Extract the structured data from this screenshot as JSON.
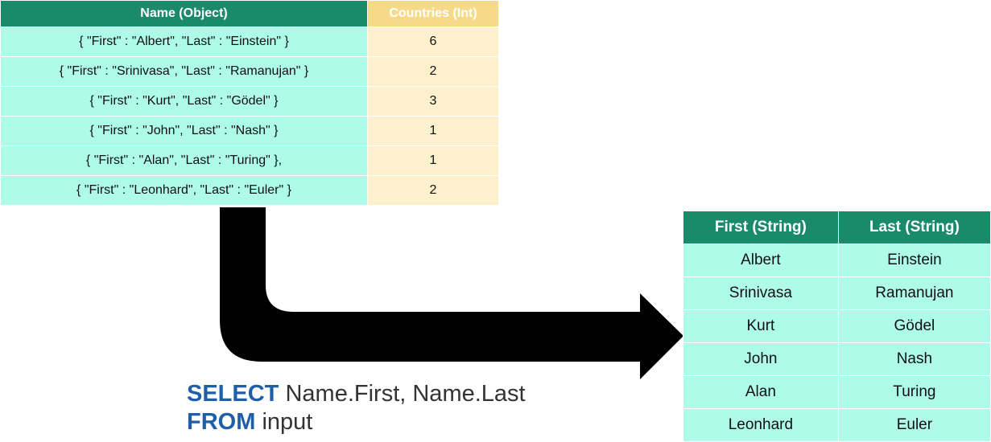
{
  "source_table": {
    "headers": [
      "Name (Object)",
      "Countries (Int)"
    ],
    "rows": [
      {
        "name": "{ \"First\" : \"Albert\", \"Last\" : \"Einstein\" }",
        "countries": "6"
      },
      {
        "name": "{ \"First\" : \"Srinivasa\", \"Last\" : \"Ramanujan\" }",
        "countries": "2"
      },
      {
        "name": "{ \"First\" : \"Kurt\", \"Last\" : \"Gödel\" }",
        "countries": "3"
      },
      {
        "name": "{ \"First\" : \"John\", \"Last\" : \"Nash\" }",
        "countries": "1"
      },
      {
        "name": "{ \"First\" : \"Alan\", \"Last\" : \"Turing\" },",
        "countries": "1"
      },
      {
        "name": "{ \"First\" : \"Leonhard\", \"Last\" : \"Euler\" }",
        "countries": "2"
      }
    ]
  },
  "result_table": {
    "headers": [
      "First (String)",
      "Last (String)"
    ],
    "rows": [
      {
        "first": "Albert",
        "last": "Einstein"
      },
      {
        "first": "Srinivasa",
        "last": "Ramanujan"
      },
      {
        "first": "Kurt",
        "last": "Gödel"
      },
      {
        "first": "John",
        "last": "Nash"
      },
      {
        "first": "Alan",
        "last": "Turing"
      },
      {
        "first": "Leonhard",
        "last": "Euler"
      }
    ]
  },
  "query": {
    "select_keyword": "SELECT",
    "select_fields": "Name.First, Name.Last",
    "from_keyword": "FROM",
    "from_source": "input"
  },
  "colors": {
    "header_green": "#1b8a69",
    "cell_mint": "#aefbe9",
    "int_header": "#f7d98a",
    "int_cell": "#fcf1cc",
    "keyword_blue": "#1f5fa8"
  }
}
